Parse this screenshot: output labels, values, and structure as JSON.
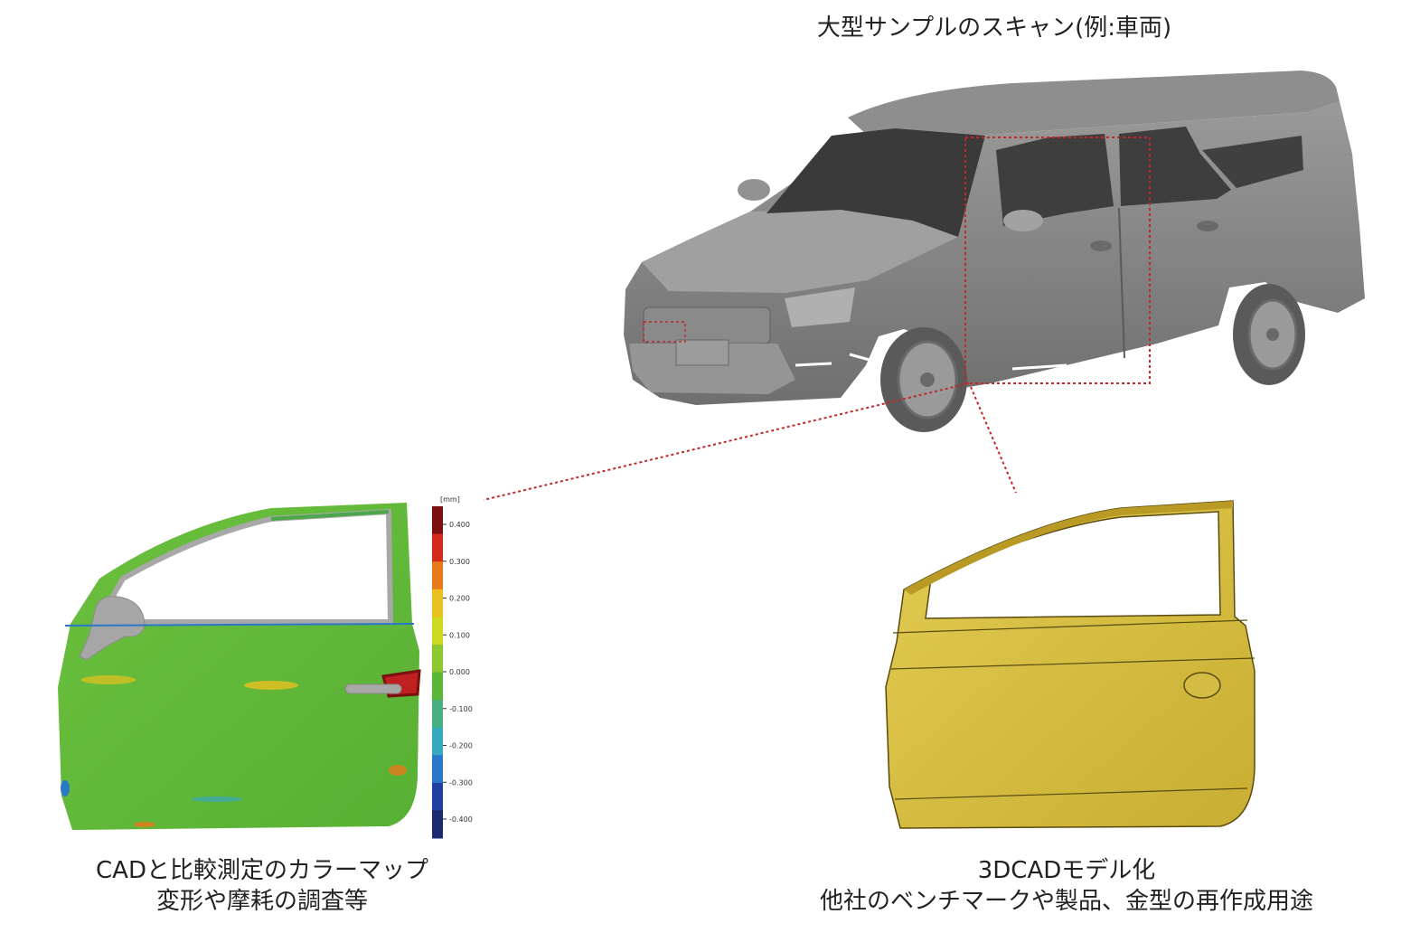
{
  "title": "大型サンプルのスキャン(例:車両)",
  "left_caption": {
    "line1": "CADと比較測定のカラーマップ",
    "line2": "変形や摩耗の調査等"
  },
  "right_caption": {
    "line1": "3DCADモデル化",
    "line2": "他社のベンチマークや製品、金型の再作成用途"
  },
  "colorbar": {
    "unit": "[mm]",
    "ticks": [
      "0.400",
      "0.300",
      "0.200",
      "0.100",
      "0.000",
      "-0.100",
      "-0.200",
      "-0.300",
      "-0.400"
    ],
    "colors": [
      "#7a1010",
      "#d42a1a",
      "#e8781c",
      "#e8c020",
      "#cfd820",
      "#8cc830",
      "#5ab838",
      "#48b080",
      "#36a8c0",
      "#2a78c8",
      "#2040a0",
      "#1a2a70"
    ]
  },
  "colors": {
    "scan_gray": "#7c7c7c",
    "cad_yellow": "#d8c040",
    "deviation_green": "#62b83a",
    "leader_red": "#c0282a"
  }
}
